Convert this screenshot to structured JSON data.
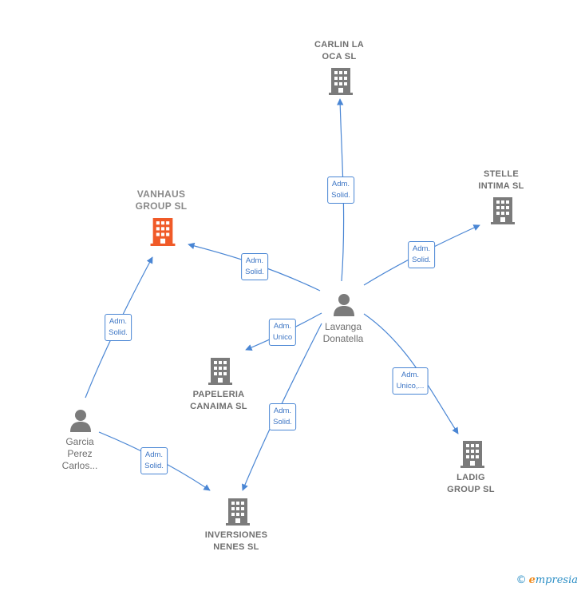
{
  "nodes": {
    "carlin": {
      "label": "CARLIN LA\nOCA  SL",
      "type": "company"
    },
    "stelle": {
      "label": "STELLE\nINTIMA SL",
      "type": "company"
    },
    "vanhaus": {
      "label": "VANHAUS\nGROUP  SL",
      "type": "company-focus"
    },
    "lavanga": {
      "label": "Lavanga\nDonatella",
      "type": "person"
    },
    "papeleria": {
      "label": "PAPELERIA\nCANAIMA  SL",
      "type": "company"
    },
    "garcia": {
      "label": "Garcia\nPerez\nCarlos...",
      "type": "person"
    },
    "ladig": {
      "label": "LADIG\nGROUP  SL",
      "type": "company"
    },
    "inversiones": {
      "label": "INVERSIONES\nNENES  SL",
      "type": "company"
    }
  },
  "relations": {
    "lavanga_carlin": "Adm.\nSolid.",
    "lavanga_stelle": "Adm.\nSolid.",
    "lavanga_vanhaus": "Adm.\nSolid.",
    "lavanga_papeleria": "Adm.\nUnico",
    "lavanga_inversiones": "Adm.\nSolid.",
    "lavanga_ladig": "Adm.\nUnico,...",
    "garcia_vanhaus": "Adm.\nSolid.",
    "garcia_inversiones": "Adm.\nSolid."
  },
  "colors": {
    "edge": "#4a86d4",
    "company_icon": "#7b7b7b",
    "focus_icon": "#f05a28",
    "person_icon": "#7b7b7b"
  },
  "footer": {
    "copyright": "©",
    "brand_initial": "e",
    "brand_rest": "mpresia"
  }
}
